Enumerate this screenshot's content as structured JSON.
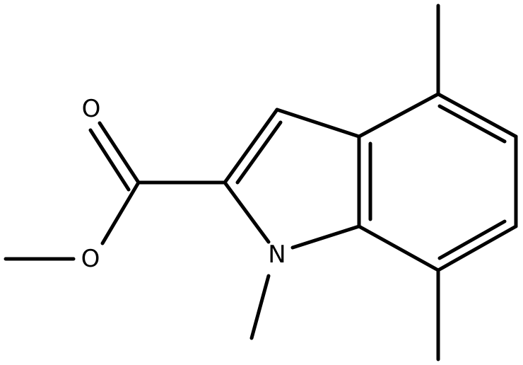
{
  "atoms": {
    "carbonyl_oxygen": "O",
    "ester_oxygen": "O",
    "ring_nitrogen": "N"
  },
  "colors": {
    "bond": "#000000",
    "label": "#000000",
    "background": "#ffffff"
  }
}
